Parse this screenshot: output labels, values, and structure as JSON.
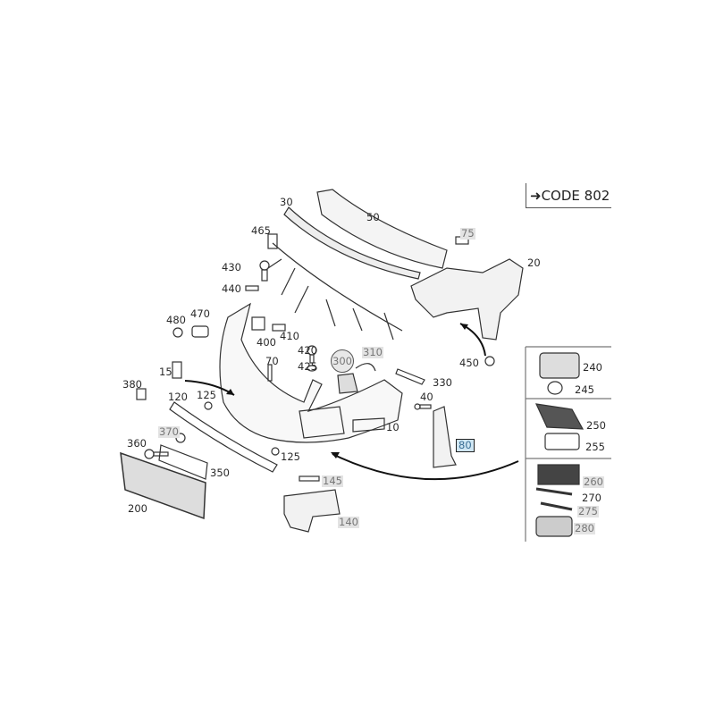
{
  "code_label": "CODE 802",
  "code_arrow": "➜",
  "parts": {
    "p10": "10",
    "p15": "15",
    "p20": "20",
    "p30": "30",
    "p40": "40",
    "p50": "50",
    "p70": "70",
    "p75": "75",
    "p80": "80",
    "p120": "120",
    "p125a": "125",
    "p125b": "125",
    "p140": "140",
    "p145": "145",
    "p200": "200",
    "p240": "240",
    "p245": "245",
    "p250": "250",
    "p255": "255",
    "p260": "260",
    "p270": "270",
    "p275": "275",
    "p280": "280",
    "p300": "300",
    "p310": "310",
    "p330": "330",
    "p350": "350",
    "p360": "360",
    "p370": "370",
    "p380": "380",
    "p400": "400",
    "p410": "410",
    "p420": "420",
    "p425": "425",
    "p430": "430",
    "p440": "440",
    "p450": "450",
    "p465": "465",
    "p470": "470",
    "p480": "480"
  },
  "colors": {
    "highlight_gray": "#e3e3e3",
    "selected_blue": "#cfe6f3"
  }
}
